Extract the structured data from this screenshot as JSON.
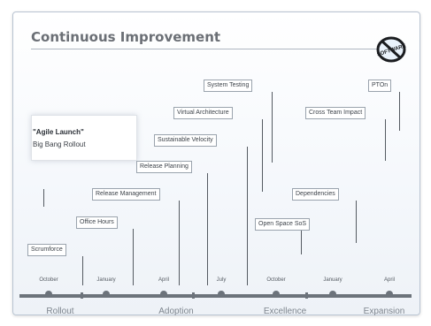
{
  "title": "Continuous Improvement",
  "logo": {
    "icon": "no-software-icon",
    "text": "SOFTWARE"
  },
  "callout": {
    "title": "\"Agile Launch\"",
    "subtitle": "Big Bang Rollout"
  },
  "milestones": [
    {
      "label": "System Testing"
    },
    {
      "label": "PTOn"
    },
    {
      "label": "Virtual Architecture"
    },
    {
      "label": "Cross Team Impact"
    },
    {
      "label": "Sustainable Velocity"
    },
    {
      "label": "Release Planning"
    },
    {
      "label": "Release Management"
    },
    {
      "label": "Dependencies"
    },
    {
      "label": "Office Hours"
    },
    {
      "label": "Open Space SoS"
    },
    {
      "label": "Scrumforce"
    }
  ],
  "months": [
    "October",
    "January",
    "April",
    "July",
    "October",
    "January",
    "April"
  ],
  "phases": [
    "Rollout",
    "Adoption",
    "Excellence",
    "Expansion"
  ],
  "colors": {
    "axis": "#6c737b",
    "title": "#6b6f75",
    "border": "#9aa3ad"
  }
}
